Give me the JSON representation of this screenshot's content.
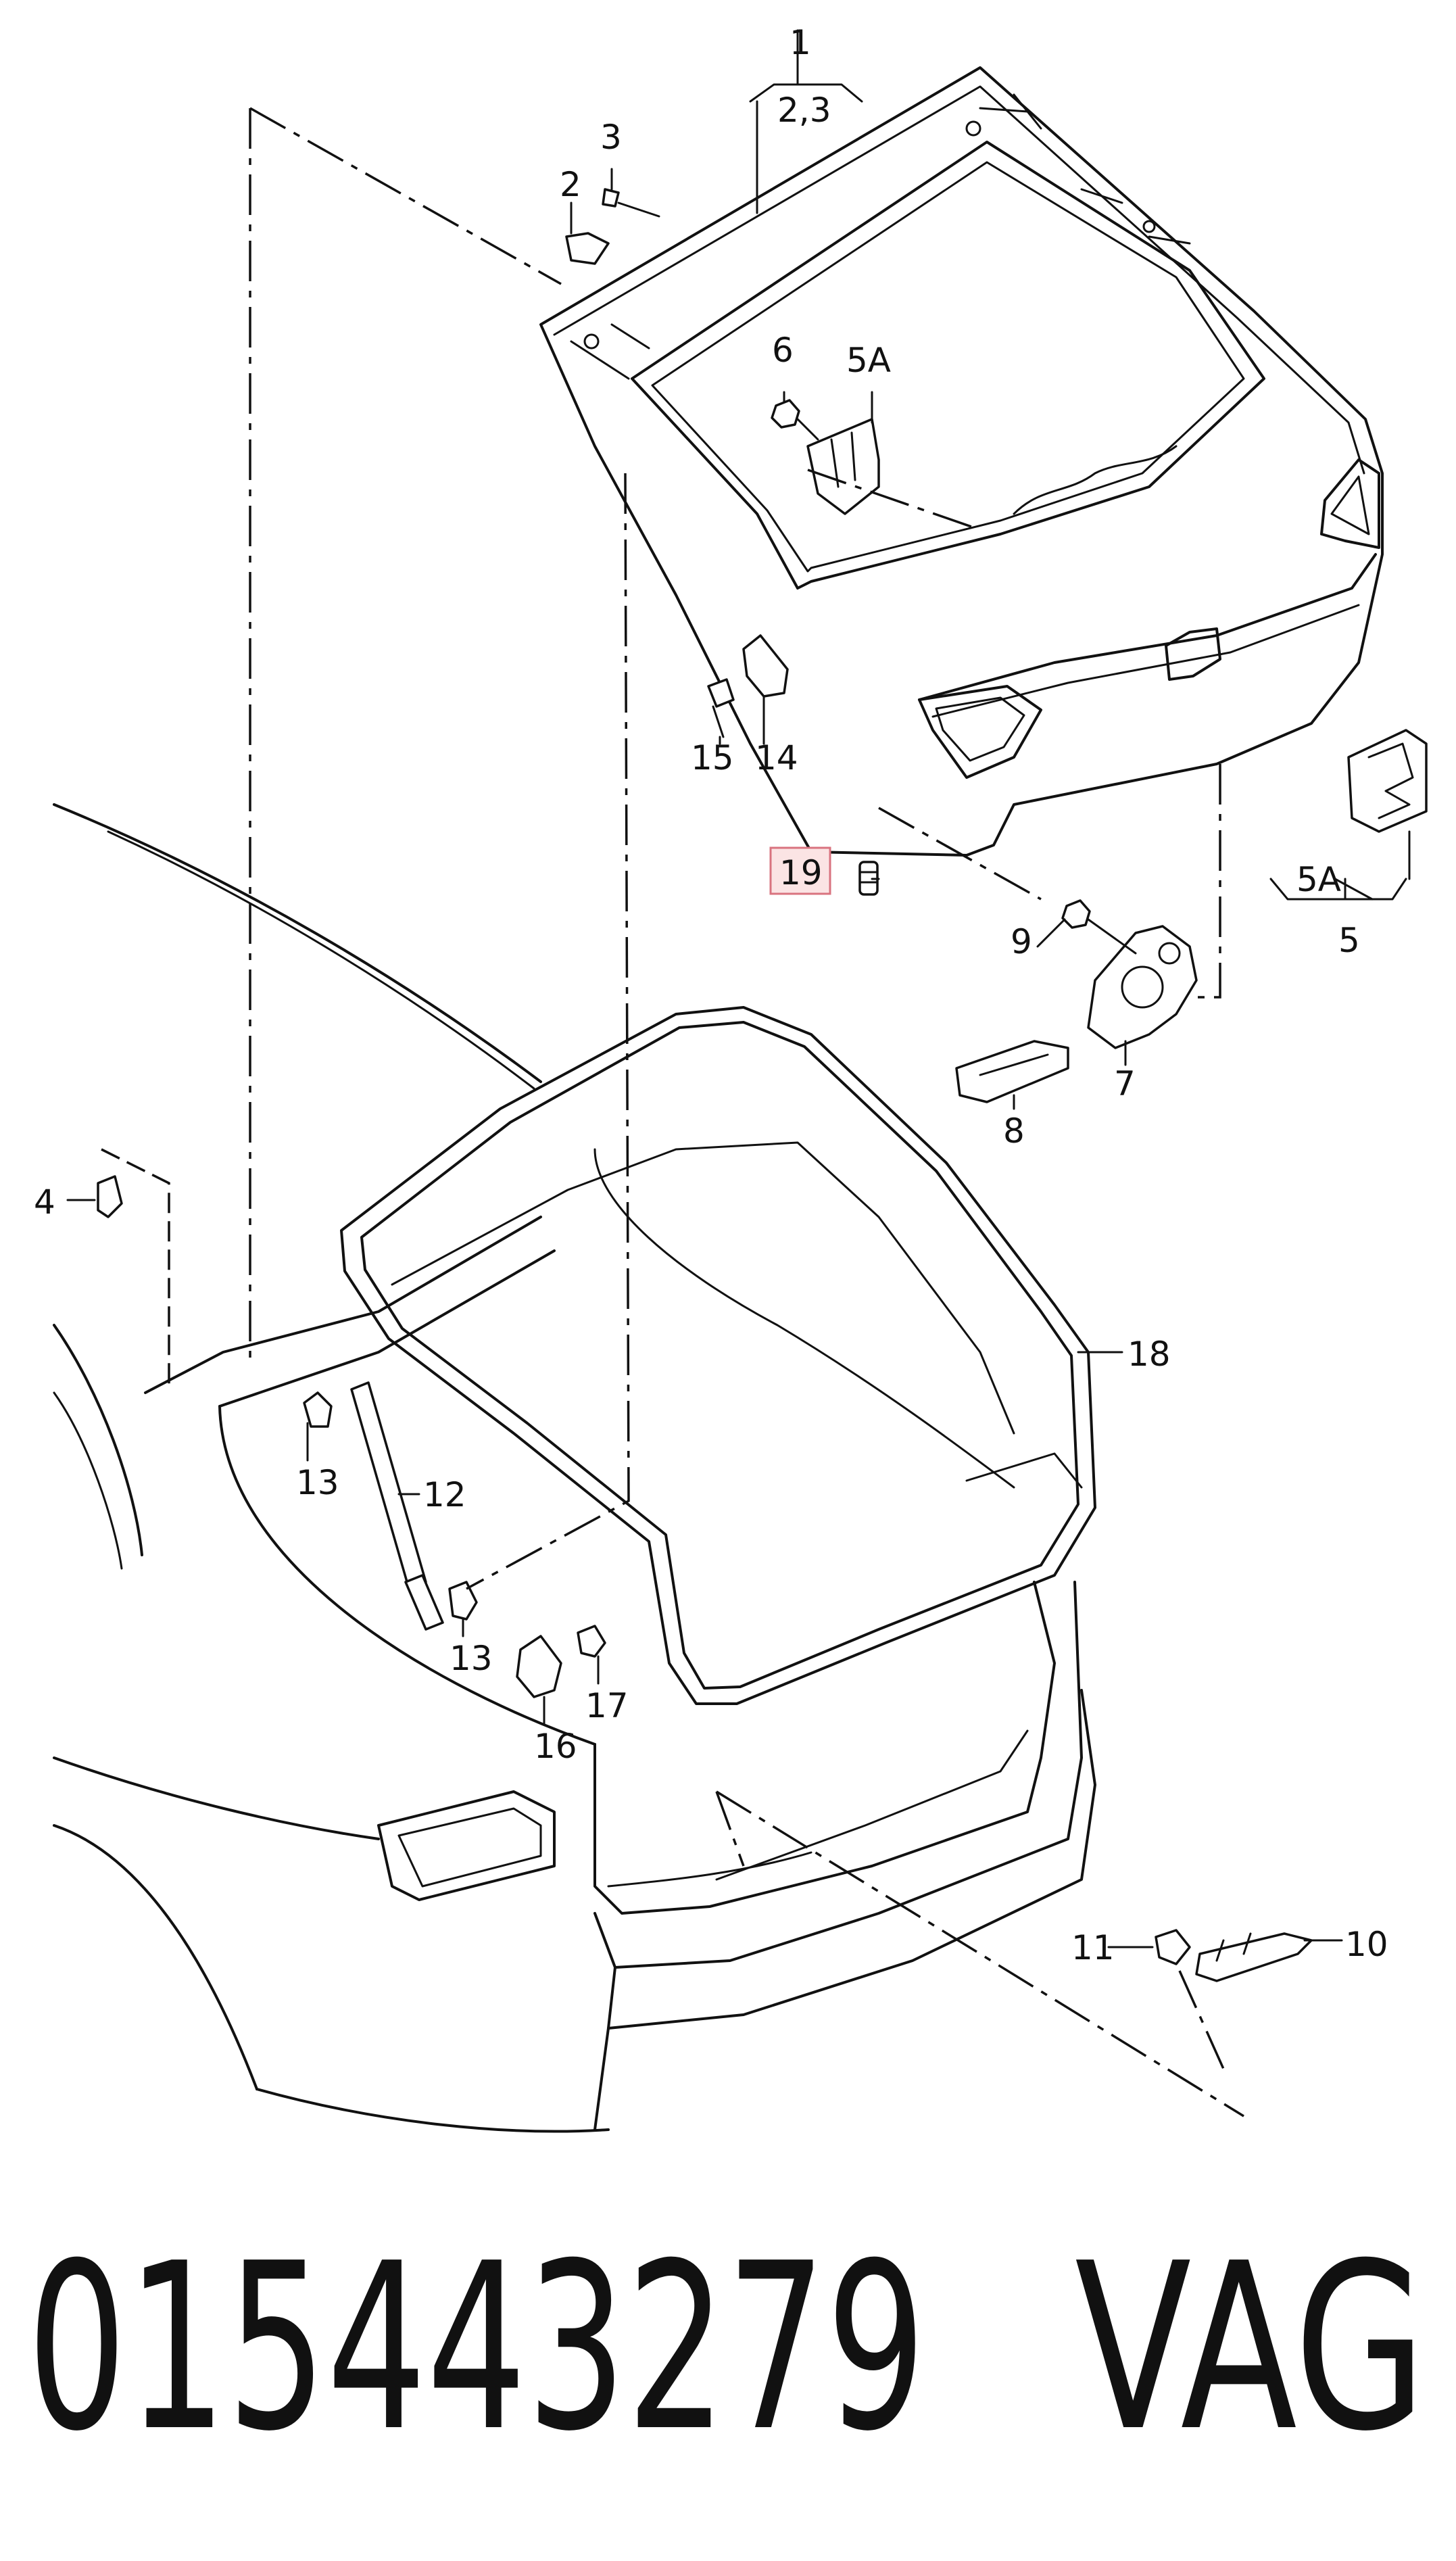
{
  "callouts": {
    "c1": "1",
    "c23": "2,3",
    "c2": "2",
    "c3": "3",
    "c4": "4",
    "c5": "5",
    "c5a_top": "5A",
    "c5a_bottom": "5A",
    "c6": "6",
    "c7": "7",
    "c8": "8",
    "c9": "9",
    "c10": "10",
    "c11": "11",
    "c12": "12",
    "c13_upper": "13",
    "c13_lower": "13",
    "c14": "14",
    "c15": "15",
    "c16": "16",
    "c17": "17",
    "c18": "18",
    "c19": "19"
  },
  "footer": {
    "part_number": "015443279",
    "brand": "VAG"
  },
  "colors": {
    "line": "#111111",
    "highlight_fill": "#fbe4e4",
    "highlight_border": "#d9737f"
  }
}
